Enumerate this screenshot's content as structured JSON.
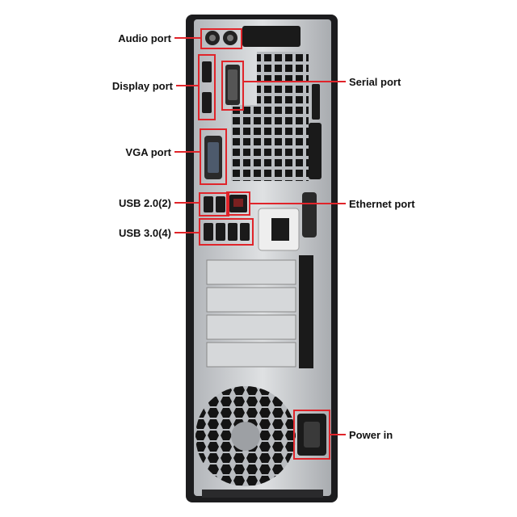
{
  "labels": {
    "audio": "Audio port",
    "display": "Display port",
    "serial": "Serial port",
    "vga": "VGA port",
    "usb2": "USB 2.0(2)",
    "ethernet": "Ethernet port",
    "usb3": "USB 3.0(4)",
    "power": "Power in"
  },
  "colors": {
    "callout": "#e0242a",
    "chassis": "#1c1c1e",
    "panel": "#c7c9cc",
    "panel_dark": "#8f9296"
  }
}
